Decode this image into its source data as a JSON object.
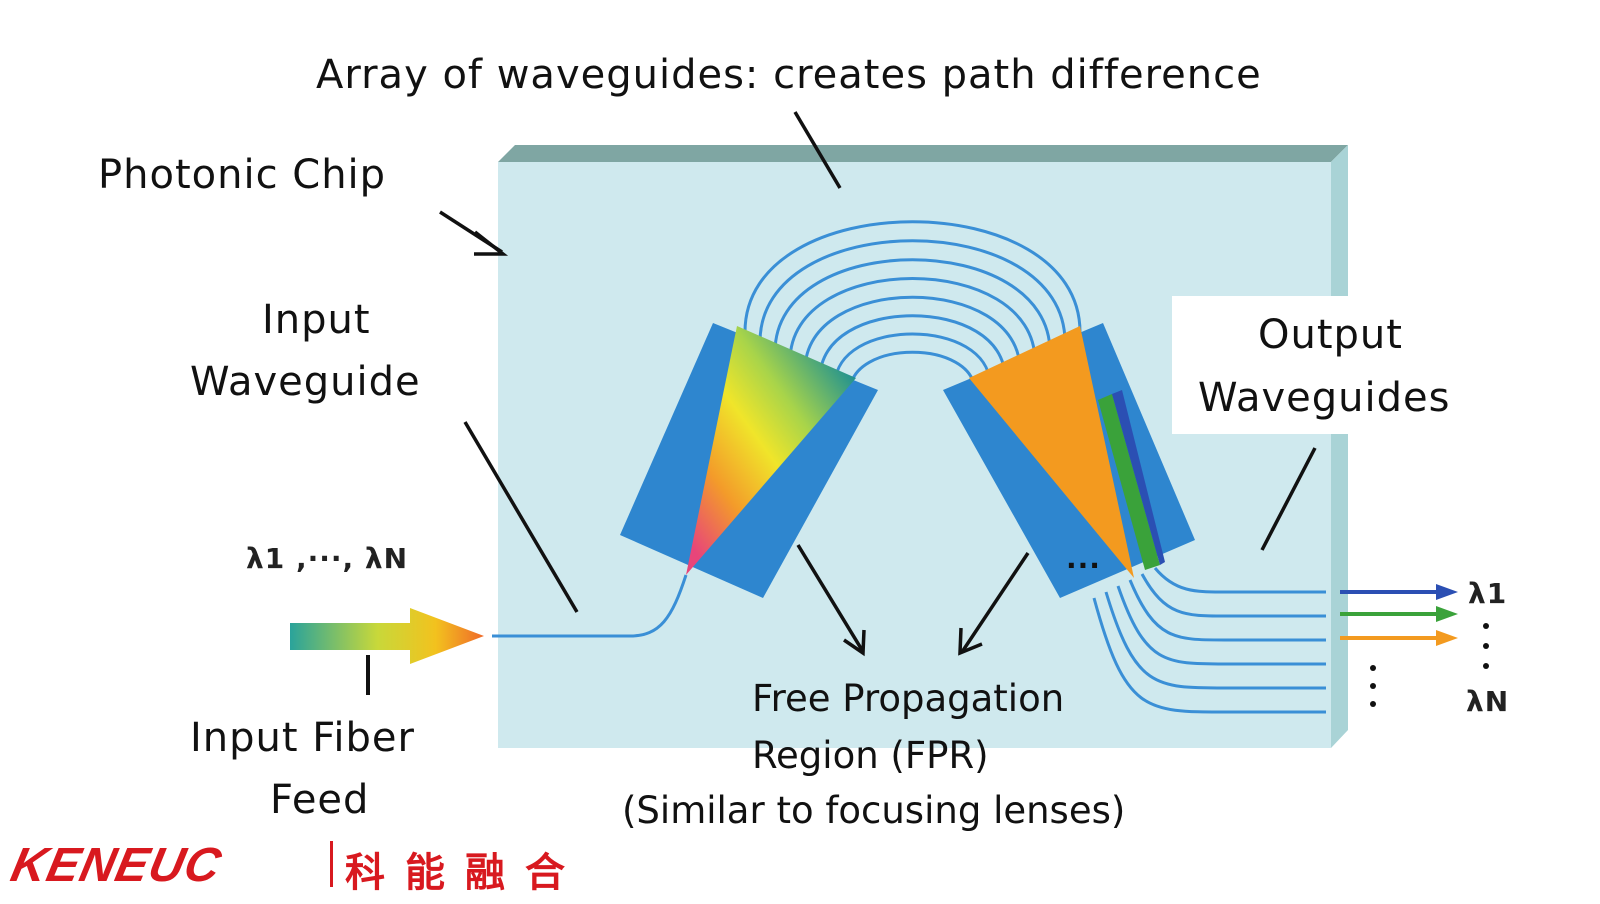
{
  "labels": {
    "array_of_waveguides": "Array of waveguides: creates path difference",
    "photonic_chip": "Photonic Chip",
    "input_waveguide_line1": "Input",
    "input_waveguide_line2": "Waveguide",
    "output_waveguides_line1": "Output",
    "output_waveguides_line2": "Waveguides",
    "input_wavelengths": "λ1 ,···, λN",
    "input_fiber_line1": "Input Fiber",
    "input_fiber_line2": "Feed",
    "fpr_line1": "Free Propagation",
    "fpr_line2": "Region (FPR)",
    "fpr_line3": "(Similar to focusing lenses)",
    "out_lambda_1": "λ1",
    "out_lambda_n": "λN",
    "fpr_dots": "···"
  },
  "logo": {
    "latin": "KENEUC",
    "chinese": "科能融合"
  },
  "colors": {
    "chip_face": "#cfe9ee",
    "chip_top": "#7fa6a3",
    "chip_side": "#a9d3d6",
    "waveguide": "#3a8fd6",
    "fpr_body": "#2e86cf",
    "arrow_blue": "#2b4fb3",
    "arrow_green": "#3aa23a",
    "arrow_orange": "#f39a1f",
    "logo_red": "#d8191f"
  }
}
